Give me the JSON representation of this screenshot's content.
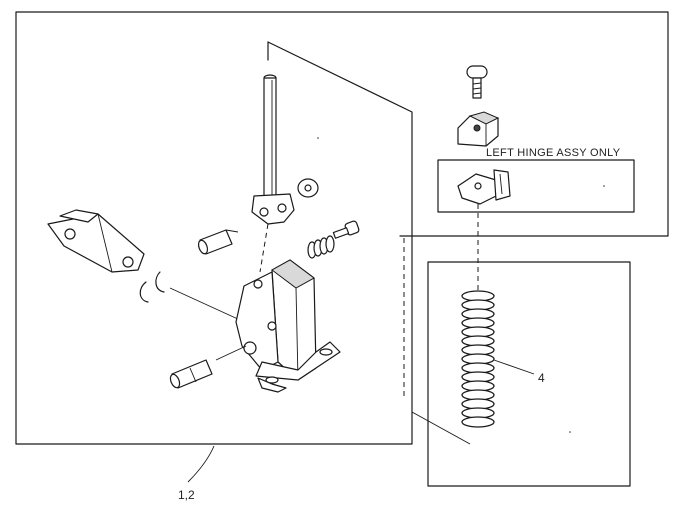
{
  "diagram": {
    "hinge_label": "LEFT HINGE ASSY ONLY",
    "callouts": {
      "spring": "4",
      "main_assembly": "1,2"
    }
  }
}
